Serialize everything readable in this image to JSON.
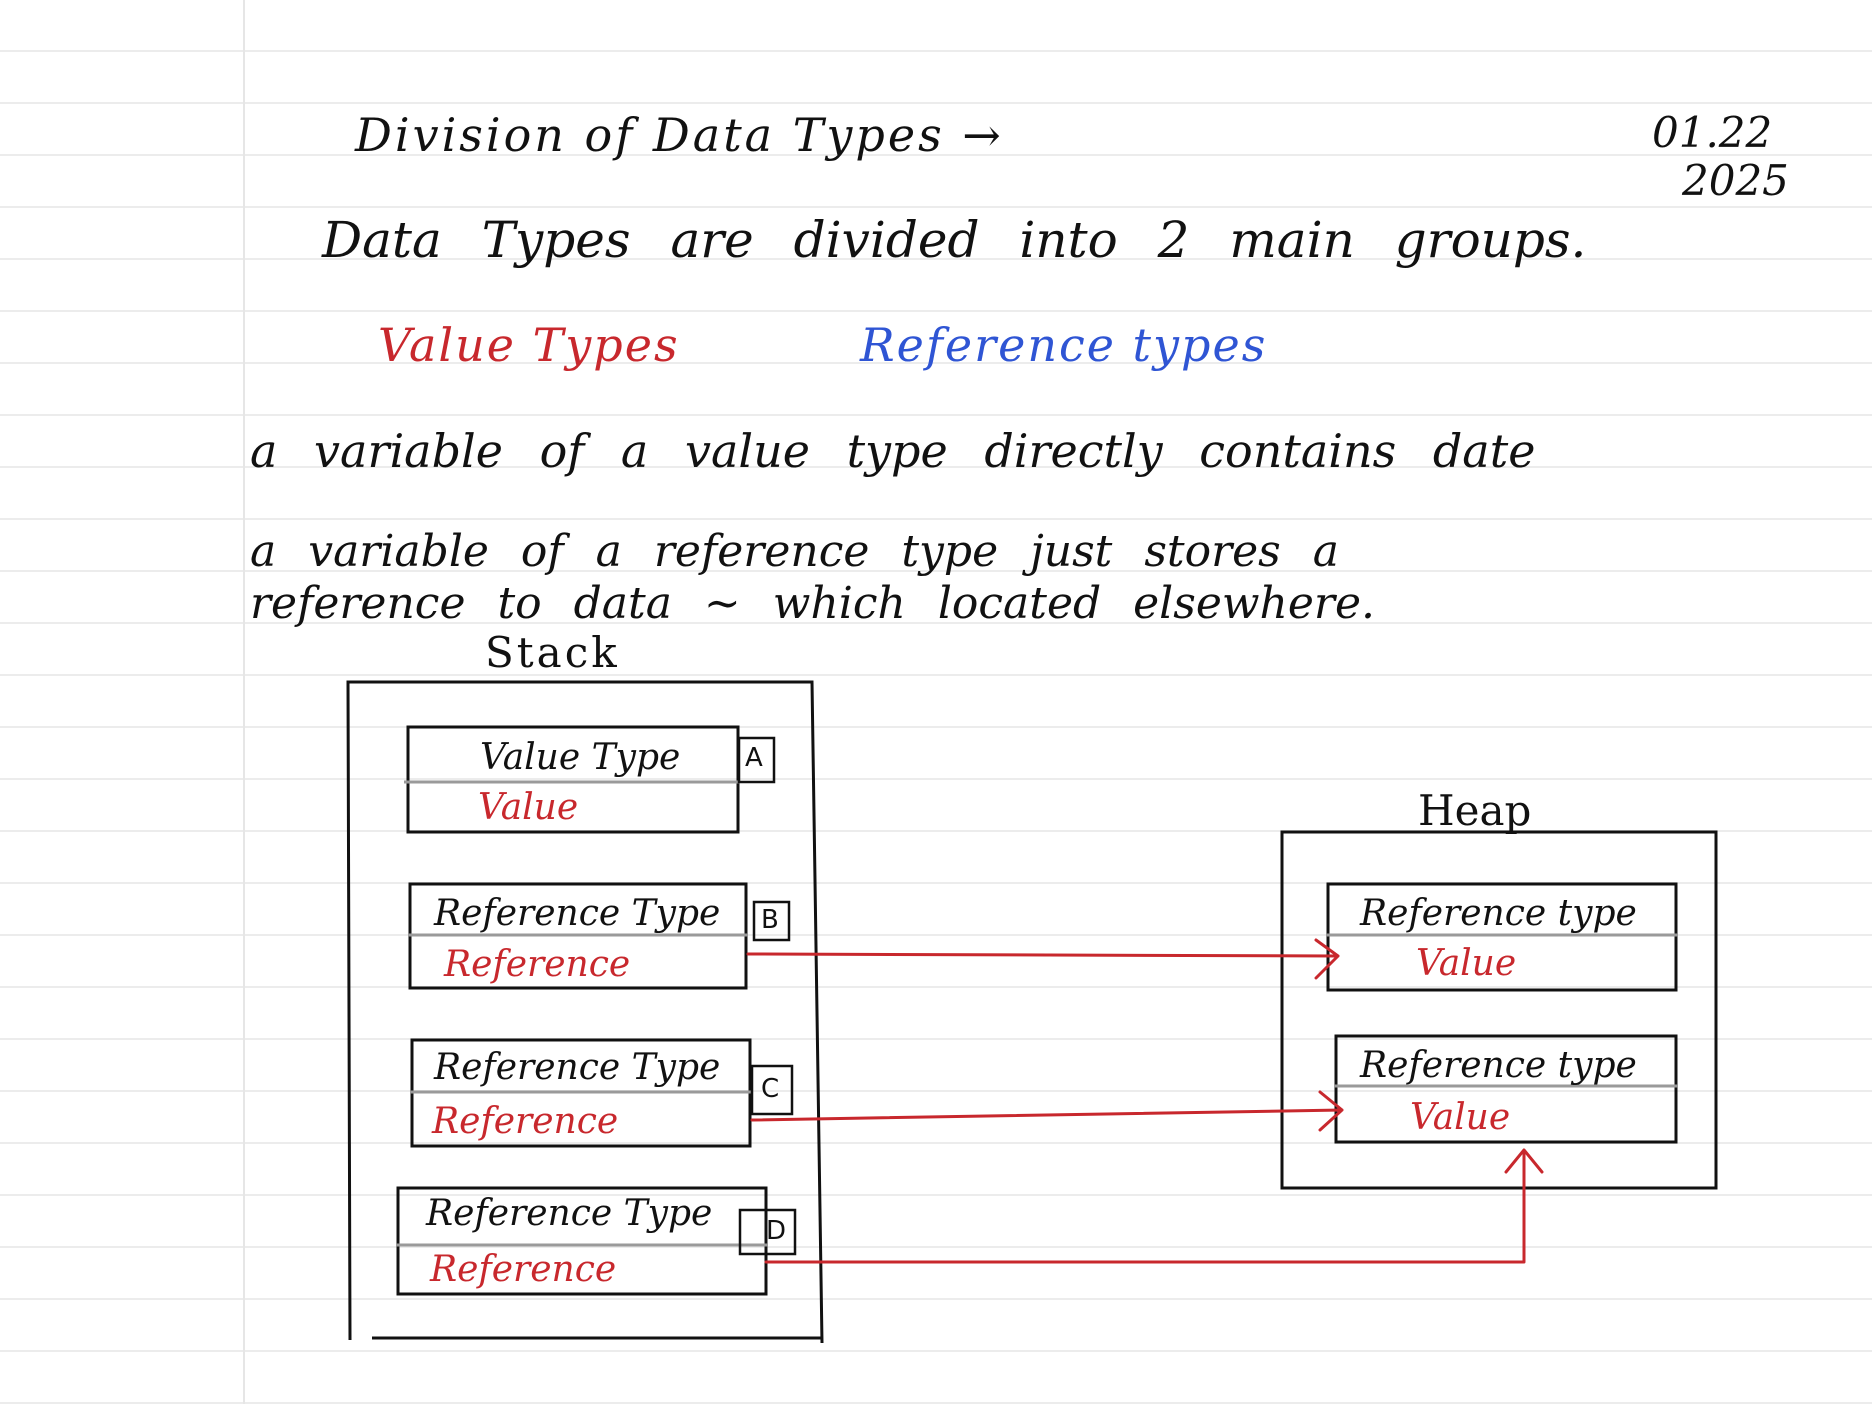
{
  "note": {
    "title": "Division of Data Types →",
    "date_line1": "01.22",
    "date_line2": "2025",
    "line_groups": "Data Types are divided into 2 main groups.",
    "group_value": "Value Types",
    "group_reference": "Reference types",
    "line_value_def": "a variable of a value type directly contains date",
    "line_ref_def_1": "a variable of a reference type just stores a",
    "line_ref_def_2": "reference to data ~ which located elsewhere."
  },
  "diagram": {
    "stack_label": "Stack",
    "heap_label": "Heap",
    "stack_boxes": [
      {
        "type_label": "Value Type",
        "content_label": "Value",
        "tag": "A"
      },
      {
        "type_label": "Reference Type",
        "content_label": "Reference",
        "tag": "B"
      },
      {
        "type_label": "Reference Type",
        "content_label": "Reference",
        "tag": "C"
      },
      {
        "type_label": "Reference Type",
        "content_label": "Reference",
        "tag": "D"
      }
    ],
    "heap_boxes": [
      {
        "type_label": "Reference type",
        "content_label": "Value"
      },
      {
        "type_label": "Reference type",
        "content_label": "Value"
      }
    ],
    "colors": {
      "ink": "#111111",
      "accent_red": "#c8282d",
      "accent_blue": "#2f55d4",
      "divider_gray": "#9a9a9a",
      "ruled_line": "#ececec"
    }
  }
}
